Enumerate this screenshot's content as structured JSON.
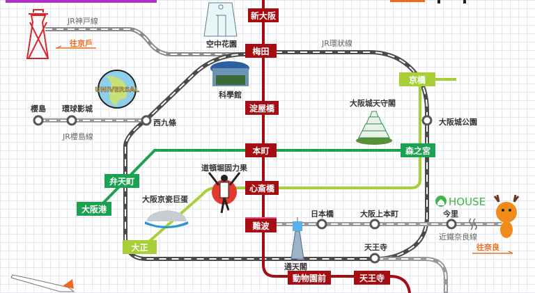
{
  "colors": {
    "midosuji": "#a50d12",
    "chuo": "#1aa251",
    "nagahori": "#a6cf38",
    "jr": "#555555",
    "kintetsu": "#999999",
    "arrow": "#f06a1e"
  },
  "lines": {
    "jr_kobe": "JR神戸線",
    "jr_loop": "JR環狀線",
    "jr_sakurajima": "JR櫻島線",
    "kintetsu_nara": "近鐵奈良線"
  },
  "midosuji_stations": [
    "新大阪",
    "梅田",
    "淀屋橋",
    "本町",
    "心斎橋",
    "難波",
    "動物園前",
    "天王寺"
  ],
  "chuo_stations": [
    "弁天町",
    "大阪港",
    "森之宮"
  ],
  "nagahori_stations": [
    "京橋",
    "大正"
  ],
  "jr_stations": [
    "櫻島",
    "環球影城",
    "西九條",
    "大阪城公園",
    "天王寺"
  ],
  "kintetsu_stations": [
    "日本橋",
    "大阪上本町",
    "今里"
  ],
  "landmarks": [
    "空中花園",
    "科學館",
    "大阪城天守閣",
    "道頓堀固力果",
    "大阪京瓷巨蛋",
    "通天閣"
  ],
  "arrows": {
    "kobe": "往京戶",
    "nara": "往奈良"
  },
  "house": "HOUSE",
  "universal": "UNIVERSAL"
}
